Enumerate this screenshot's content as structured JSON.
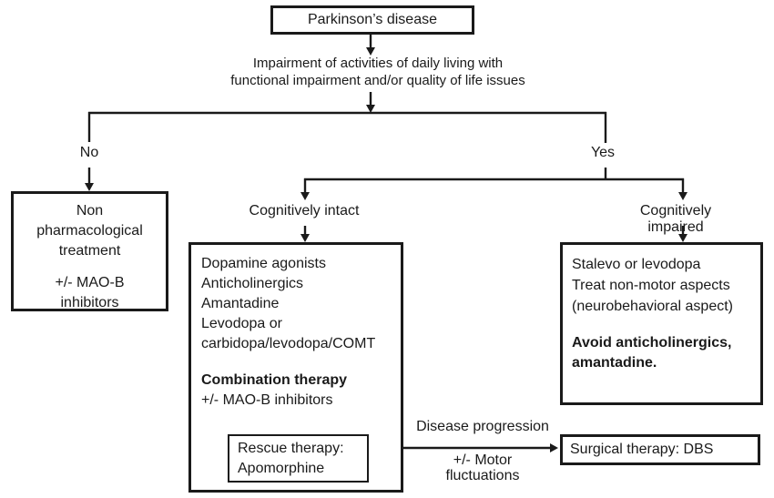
{
  "page": {
    "background": "#ffffff",
    "ink": "#1a1a1a"
  },
  "flowchart": {
    "root_box": "Parkinson’s disease",
    "question": "Impairment of activities of daily living with\nfunctional impairment and/or quality of life issues",
    "no_branch": {
      "label": "No",
      "treatment_primary": "Non\npharmacological\ntreatment",
      "treatment_secondary": "+/- MAO-B\ninhibitors"
    },
    "yes_branch": {
      "label": "Yes",
      "cognitively_intact": {
        "label": "Cognitively intact",
        "medications": "Dopamine agonists\nAnticholinergics\nAmantadine\nLevodopa or\ncarbidopa/levodopa/COMT",
        "combination_title": "Combination therapy",
        "combination_note": "+/- MAO-B inhibitors",
        "rescue": "Rescue therapy:\nApomorphine"
      },
      "cognitively_impaired": {
        "label": "Cognitively impaired",
        "medications": "Stalevo or levodopa\nTreat non-motor aspects\n(neurobehavioral aspect)",
        "avoid_note": "Avoid anticholinergics,\namantadine."
      }
    },
    "progression": {
      "label_top": "Disease progression",
      "label_bottom": "+/- Motor\nfluctuations",
      "surgical_box": "Surgical therapy: DBS"
    }
  }
}
